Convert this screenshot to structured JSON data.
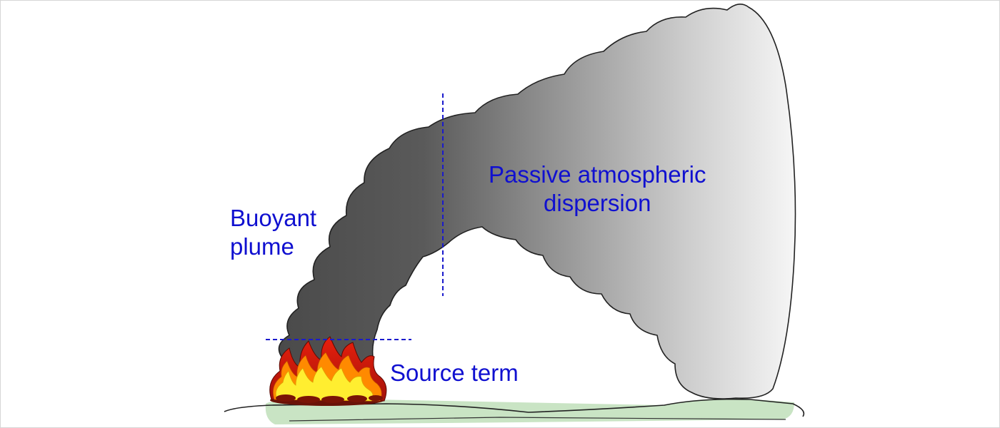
{
  "diagram": {
    "labels": {
      "buoyant_plume": [
        "Buoyant",
        "plume"
      ],
      "passive_dispersion": [
        "Passive atmospheric",
        "dispersion"
      ],
      "source_term": "Source term"
    },
    "icons": [
      "fire-icon",
      "smoke-plume",
      "ground"
    ],
    "colors": {
      "label_text": "#1010d0",
      "divider_lines": "#1a1acc",
      "smoke_dark": "#4d4d4d",
      "smoke_light": "#f4f4f4",
      "ground_fill": "#c9e4c4",
      "flame_outer": "#d11a0a",
      "flame_mid": "#ff8c00",
      "flame_inner": "#ffee33"
    }
  }
}
